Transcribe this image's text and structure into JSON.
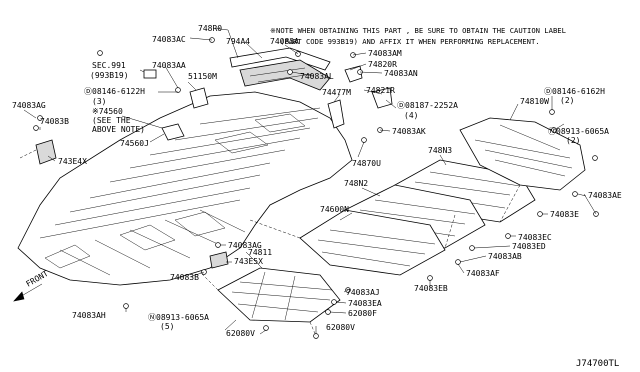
{
  "note": {
    "line1": "※NOTE WHEN OBTAINING THIS PART , BE SURE TO OBTAIN THE CAUTION LABEL",
    "line2": "(PART CODE 993B19) AND AFFIX IT WHEN PERFORMING REPLACEMENT."
  },
  "diagram_id": "J74700TL",
  "front_label": "FRONT",
  "callouts": {
    "c_748R0": "748R0",
    "c_74083AC": "74083AC",
    "c_794A4": "794A4",
    "c_74083A": "74083A",
    "c_74083AM": "74083AM",
    "c_74820R": "74820R",
    "c_74083AN": "74083AN",
    "c_74083AL": "74083AL",
    "c_74477M": "74477M",
    "c_74821R": "74821R",
    "c_08187_2252A": "Ⓓ08187-2252A",
    "c_08187_qty": "(4)",
    "c_74083AK": "74083AK",
    "c_74870U": "74870U",
    "c_sec991": "SEC.991",
    "c_sec991_b": "(993B19)",
    "c_74083AA": "74083AA",
    "c_51150M": "51150M",
    "c_08146_6122H": "Ⓓ08146-6122H",
    "c_08146_6122H_qty": "(3)",
    "c_74560": "※74560",
    "c_74560_note1": "(SEE THE",
    "c_74560_note2": "ABOVE NOTE)",
    "c_74560J": "74560J",
    "c_74083AG_top": "74083AG",
    "c_74083B_left": "74083B",
    "c_743E4X": "743E4X",
    "c_74810W": "74810W",
    "c_08146_6162H": "Ⓓ08146-6162H",
    "c_08146_6162H_qty": "(2)",
    "c_08913_6065A_r": "Ⓝ08913-6065A",
    "c_08913_6065A_r_qty": "(2)",
    "c_748N3": "748N3",
    "c_748N2": "748N2",
    "c_74083AE": "74083AE",
    "c_74083E": "74083E",
    "c_74600N": "74600N",
    "c_74083EC": "74083EC",
    "c_74083ED": "74083ED",
    "c_74083AB": "74083AB",
    "c_74083AF": "74083AF",
    "c_74083AG_bot": "74083AG",
    "c_74811": "74811",
    "c_743E5X": "743E5X",
    "c_74083B_bot": "74083B",
    "c_74083AJ": "74083AJ",
    "c_74083EB": "74083EB",
    "c_74083EA": "74083EA",
    "c_62080F": "62080F",
    "c_08913_6065A_l": "Ⓝ08913-6065A",
    "c_08913_6065A_l_qty": "(5)",
    "c_74083AH": "74083AH",
    "c_62080V_a": "62080V",
    "c_62080V_b": "62080V"
  }
}
